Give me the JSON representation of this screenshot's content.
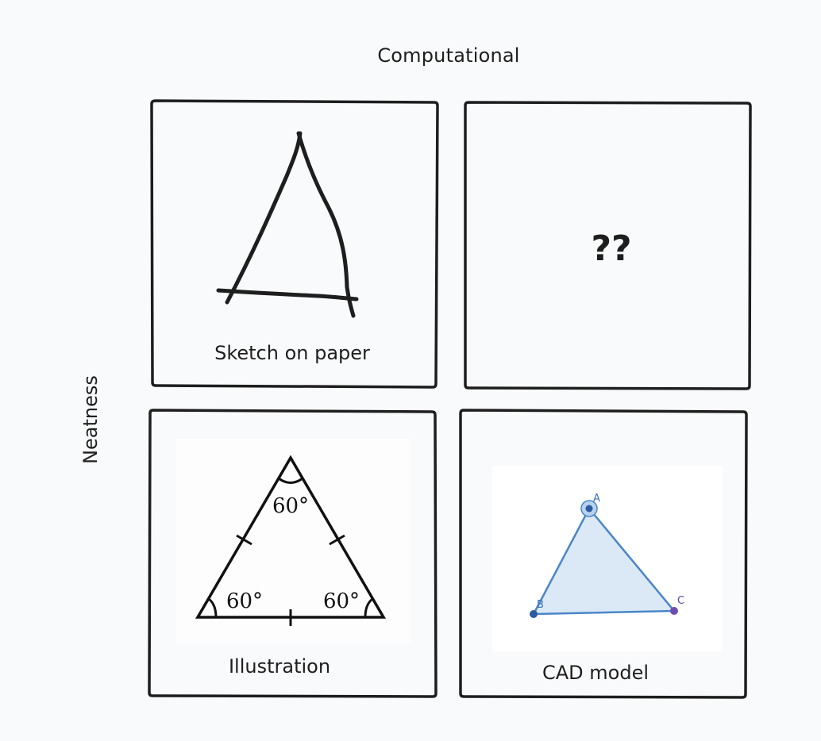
{
  "axes": {
    "top_label": "Computational",
    "left_label": "Neatness"
  },
  "quadrants": {
    "top_left": {
      "label": "Sketch on paper"
    },
    "top_right": {
      "label": "??"
    },
    "bottom_left": {
      "label": "Illustration",
      "angles": [
        "60°",
        "60°",
        "60°"
      ]
    },
    "bottom_right": {
      "label": "CAD model",
      "points": [
        "A",
        "B",
        "C"
      ]
    }
  },
  "colors": {
    "ink": "#1e1e1e",
    "cad_line": "#4a86c8",
    "cad_fill": "#dbe9f6",
    "cad_point_a": "#2d5aa0",
    "cad_point_c": "#6a4fb0"
  }
}
